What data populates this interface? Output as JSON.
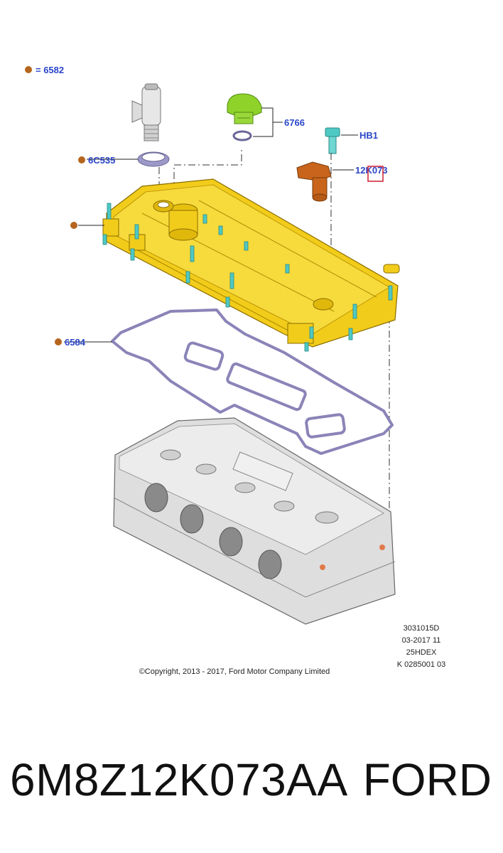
{
  "legend": {
    "marker_color": "#b5651d",
    "text": "= 6582"
  },
  "callouts": {
    "solenoid_seal": "6C535",
    "oil_cap": "6766",
    "bolt": "HB1",
    "sensor": "12K073",
    "gasket": "6584"
  },
  "info_block": [
    "3031015D",
    "03-2017 11",
    "25HDEX",
    "K 0285001 03"
  ],
  "copyright": "©Copyright, 2013 - 2017, Ford Motor Company Limited",
  "footer": {
    "part_number": "6M8Z12K073AA",
    "brand": "FORD"
  },
  "colors": {
    "callout_text": "#2a46c8",
    "marker": "#b5651d",
    "cover": "#f2cc1a",
    "gasket": "#8a84b8",
    "head": "#d8d8d8",
    "oil_cap": "#8fd22a",
    "sensor": "#c8641c",
    "stud": "#4fc9c4",
    "highlight": "#d42a3a"
  }
}
